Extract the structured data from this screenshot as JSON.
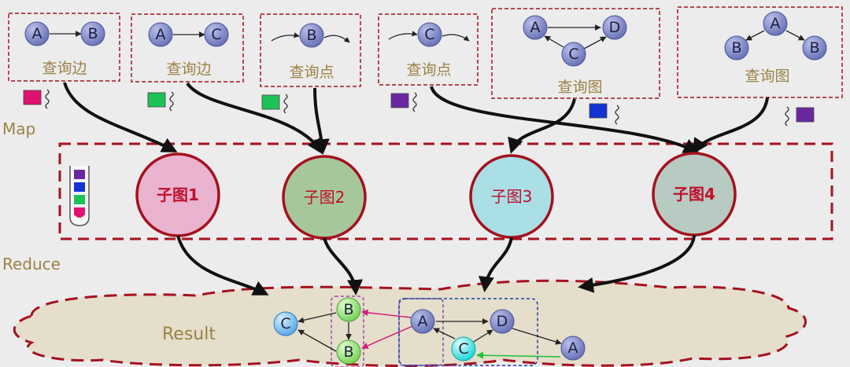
{
  "stage_labels": {
    "map": "Map",
    "reduce": "Reduce",
    "result": "Result"
  },
  "queries": [
    {
      "label": "查询边",
      "type": "edge",
      "nodes": [
        "A",
        "B"
      ],
      "color": "#e0126f"
    },
    {
      "label": "查询边",
      "type": "edge",
      "nodes": [
        "A",
        "C"
      ],
      "color": "#1dc257"
    },
    {
      "label": "查询点",
      "type": "point",
      "nodes": [
        "B"
      ],
      "color": "#1dc257"
    },
    {
      "label": "查询点",
      "type": "point",
      "nodes": [
        "C"
      ],
      "color": "#6a28a0"
    },
    {
      "label": "查询图",
      "type": "graph",
      "nodes": [
        "A",
        "D",
        "C"
      ],
      "color": "#1333d4"
    },
    {
      "label": "查询图",
      "type": "graph",
      "nodes": [
        "A",
        "B",
        "B"
      ],
      "color": "#6a28a0"
    }
  ],
  "subgraphs": [
    {
      "label": "子图1",
      "fill": "#eab3cf",
      "text_color": "#c0102c",
      "bold": true
    },
    {
      "label": "子图2",
      "fill": "#a6c79c",
      "text_color": "#c0102c",
      "bold": false
    },
    {
      "label": "子图3",
      "fill": "#aadfe6",
      "text_color": "#c0102c",
      "bold": false
    },
    {
      "label": "子图4",
      "fill": "#b7cbc3",
      "text_color": "#c0102c",
      "bold": true
    }
  ],
  "tube_colors": [
    "#6a28a0",
    "#1333d4",
    "#1dc257",
    "#e0126f"
  ],
  "result_nodes": {
    "c": "C",
    "b_top": "B",
    "b_bottom": "B",
    "a": "A",
    "d": "D",
    "c2": "C",
    "a2": "A"
  },
  "colors": {
    "border": "#a5111f",
    "node": "#7d86c6",
    "bg": "#ececec"
  }
}
